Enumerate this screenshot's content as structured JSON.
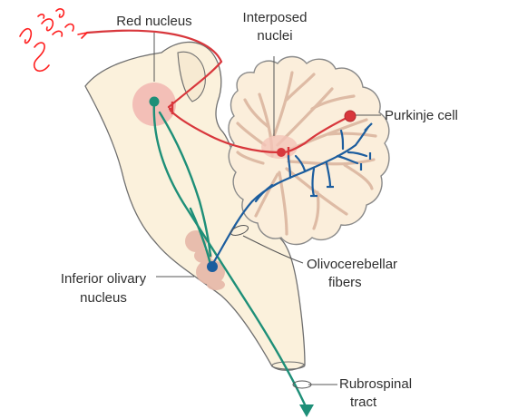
{
  "labels": {
    "red_nucleus": "Red nucleus",
    "interposed_line1": "Interposed",
    "interposed_line2": "nuclei",
    "purkinje": "Purkinje cell",
    "inferior_line1": "Inferior olivary",
    "inferior_line2": "nucleus",
    "olivo_line1": "Olivocerebellar",
    "olivo_line2": "fibers",
    "rubro_line1": "Rubrospinal",
    "rubro_line2": "tract"
  },
  "colors": {
    "brainstem_fill": "#fbf1dc",
    "cerebellum_fill": "#fbeedb",
    "outline": "#6f6f6f",
    "folia_line": "#d9b39c",
    "red_pathway": "#d8373c",
    "red_nucleus_halo": "#f2b9b2",
    "green_pathway": "#1e8f78",
    "blue_pathway": "#1c5d9e",
    "olive_fill": "#e7b8a8",
    "annotation_ink": "#ff1f1f"
  }
}
